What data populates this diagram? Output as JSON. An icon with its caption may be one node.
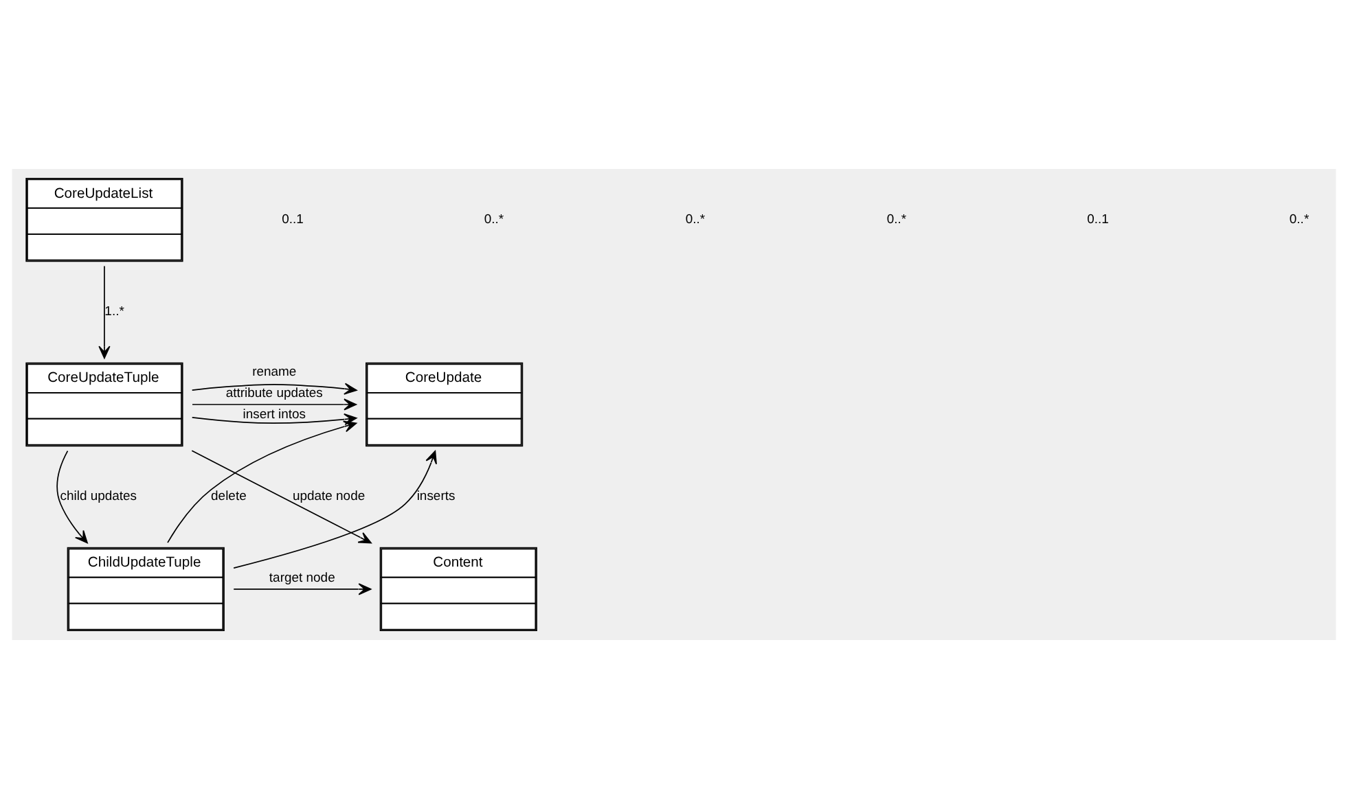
{
  "diagram": {
    "nodes": [
      {
        "text": [
          "CoreUpdateList"
        ]
      },
      {
        "text": [
          "CoreUpdateTuple"
        ]
      },
      {
        "text": [
          "CoreUpdate"
        ]
      },
      {
        "text": [
          "Content"
        ]
      },
      {
        "text": [
          "ChildUpdateTuple"
        ]
      }
    ],
    "edges": [
      {
        "from": 0,
        "to": 1,
        "arrow": "to",
        "label": "1..*"
      },
      {
        "from": 1,
        "to": 2,
        "arrow": "to",
        "label": "rename"
      },
      {
        "from": 1,
        "to": 2,
        "arrow": "to",
        "label": "attribute updates"
      },
      {
        "from": 1,
        "to": 2,
        "arrow": "to",
        "label": "insert intos"
      },
      {
        "from": 1,
        "to": 4,
        "arrow": "to",
        "label": "child updates"
      },
      {
        "from": 1,
        "to": 3,
        "arrow": "to",
        "label": "update node"
      },
      {
        "from": 4,
        "to": 2,
        "arrow": "to",
        "label": "delete"
      },
      {
        "from": 4,
        "to": 2,
        "arrow": "to",
        "label": "inserts"
      },
      {
        "from": 4,
        "to": 3,
        "arrow": "to",
        "label": "target node"
      }
    ],
    "labels": [
      "0..1",
      "0..*",
      "0..*",
      "0..*",
      "0..1",
      "0..*"
    ]
  }
}
